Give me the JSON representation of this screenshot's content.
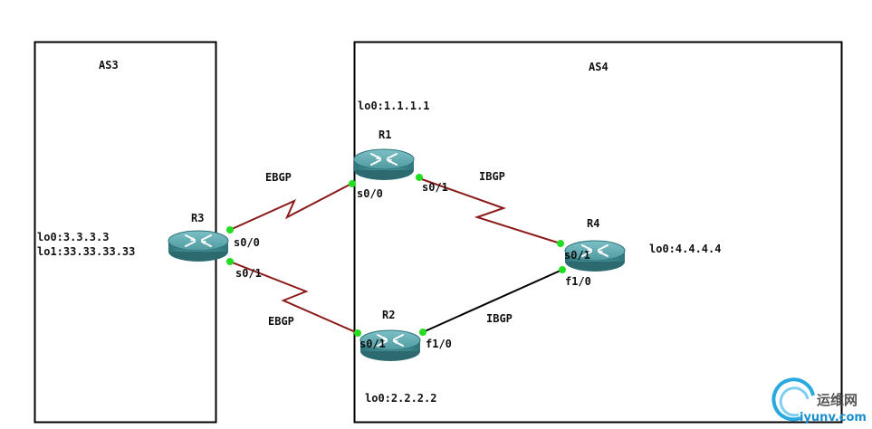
{
  "areas": {
    "as3": {
      "label": "AS3"
    },
    "as4": {
      "label": "AS4"
    }
  },
  "routers": {
    "r1": {
      "name": "R1",
      "loopback": "lo0:1.1.1.1"
    },
    "r2": {
      "name": "R2",
      "loopback": "lo0:2.2.2.2"
    },
    "r3": {
      "name": "R3",
      "loopback0": "lo0:3.3.3.3",
      "loopback1": "lo1:33.33.33.33"
    },
    "r4": {
      "name": "R4",
      "loopback": "lo0:4.4.4.4"
    }
  },
  "interfaces": {
    "r3_s00": "s0/0",
    "r3_s01": "s0/1",
    "r1_s00": "s0/0",
    "r1_s01": "s0/1",
    "r2_s01": "s0/1",
    "r2_f10": "f1/0",
    "r4_s01": "s0/1",
    "r4_f10": "f1/0"
  },
  "links": {
    "r3_r1": "EBGP",
    "r3_r2": "EBGP",
    "r1_r4": "IBGP",
    "r2_r4": "IBGP"
  },
  "colors": {
    "serial_link": "#8b1a1a",
    "ethernet_link": "#000000",
    "port_dot": "#22dd22",
    "router_body": "#3f8f95"
  },
  "watermark": {
    "line1": "运维网",
    "line2": "iyunv.com"
  }
}
